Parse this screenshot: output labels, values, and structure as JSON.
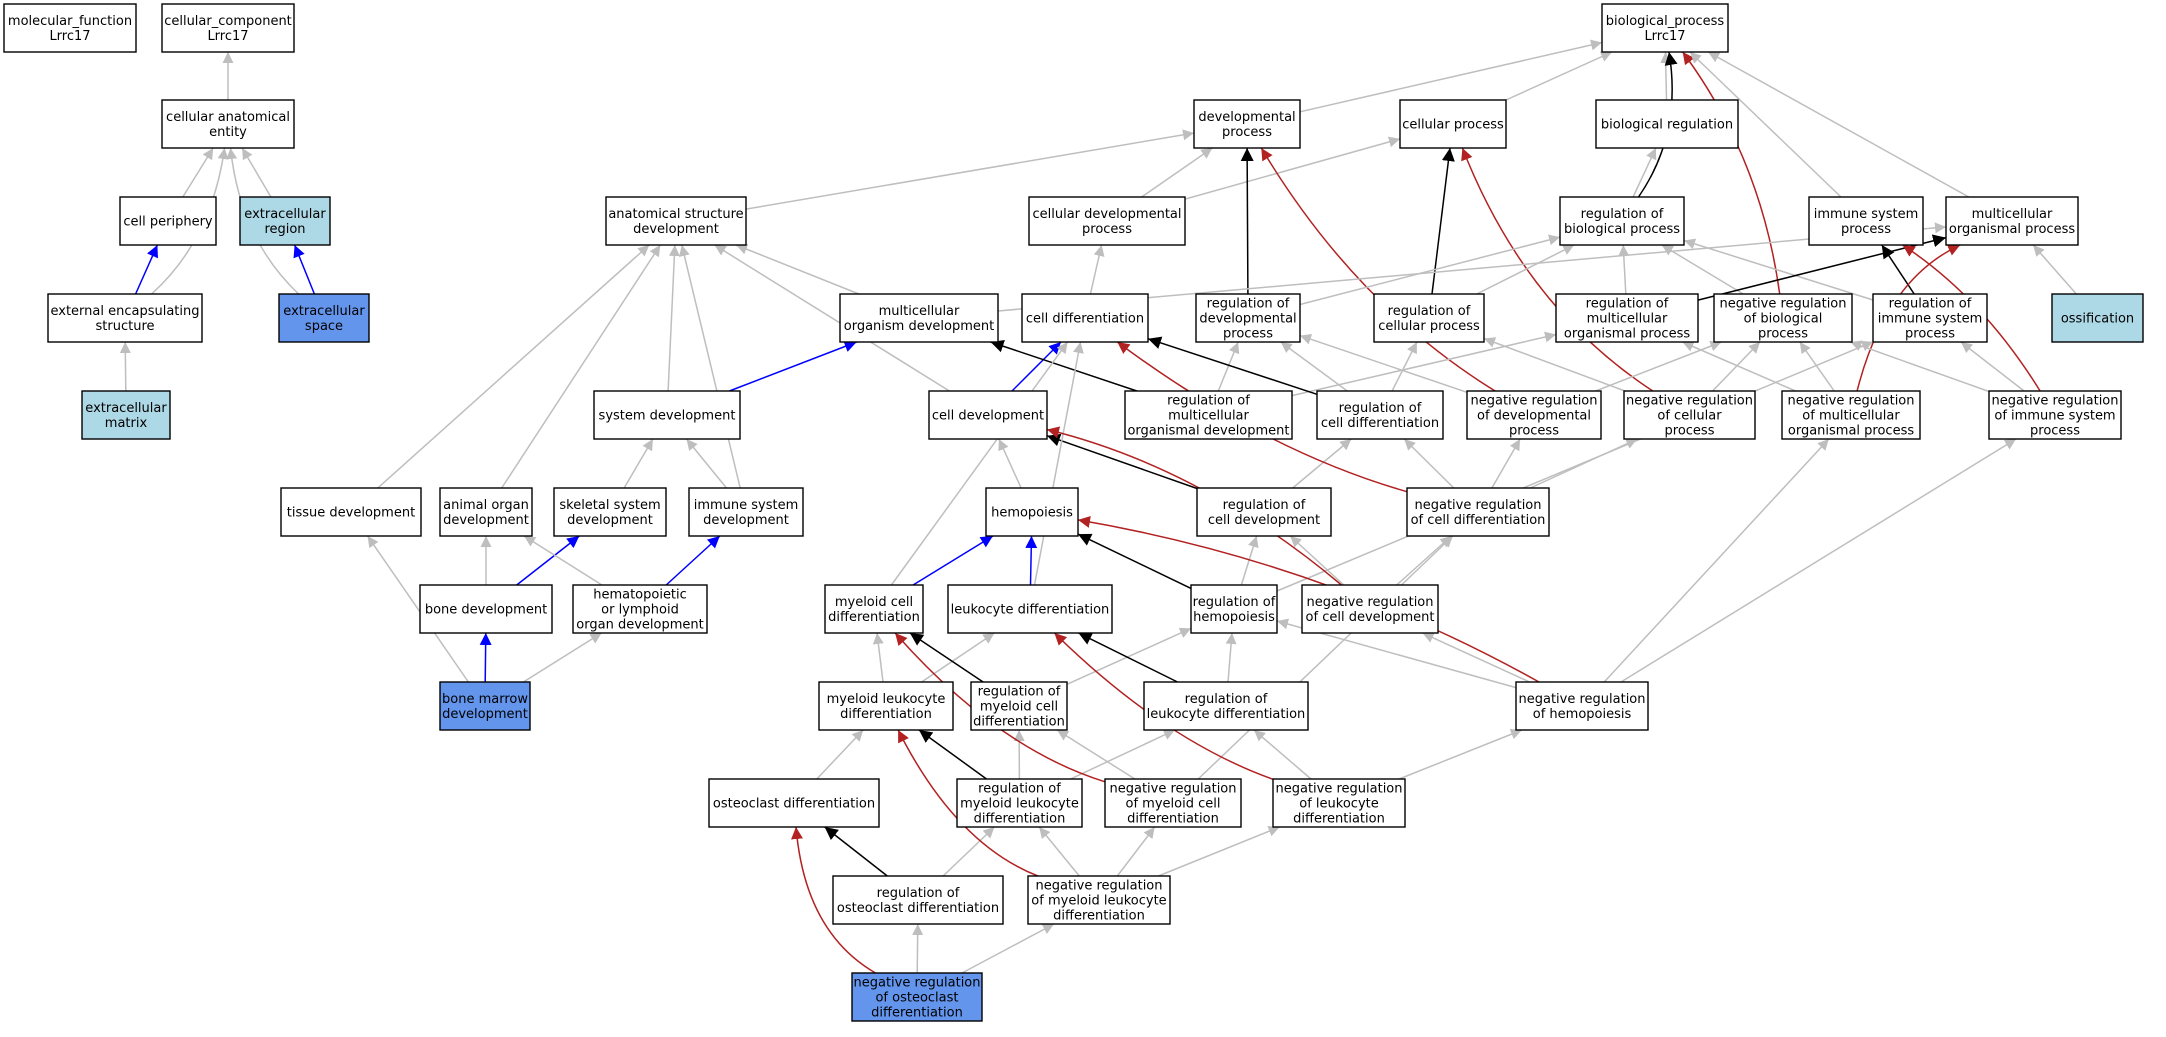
{
  "colors": {
    "plain": "#ffffff",
    "light": "#add8e6",
    "strong": "#6495ed",
    "edge_is_a": "#bebebe",
    "edge_part_of": "#0000ff",
    "edge_regulates": "#000000",
    "edge_negatively_regulates": "#b22222"
  },
  "nodes": [
    {
      "id": "mf",
      "lines": [
        "molecular_function",
        "Lrrc17"
      ],
      "fill": "plain"
    },
    {
      "id": "cc",
      "lines": [
        "cellular_component",
        "Lrrc17"
      ],
      "fill": "plain"
    },
    {
      "id": "bp",
      "lines": [
        "biological_process",
        "Lrrc17"
      ],
      "fill": "plain"
    },
    {
      "id": "cae",
      "lines": [
        "cellular anatomical",
        "entity"
      ],
      "fill": "plain"
    },
    {
      "id": "cperi",
      "lines": [
        "cell periphery"
      ],
      "fill": "plain"
    },
    {
      "id": "exreg",
      "lines": [
        "extracellular",
        "region"
      ],
      "fill": "light"
    },
    {
      "id": "exenc",
      "lines": [
        "external encapsulating",
        "structure"
      ],
      "fill": "plain"
    },
    {
      "id": "exspace",
      "lines": [
        "extracellular",
        "space"
      ],
      "fill": "strong"
    },
    {
      "id": "exmat",
      "lines": [
        "extracellular",
        "matrix"
      ],
      "fill": "light"
    },
    {
      "id": "devproc",
      "lines": [
        "developmental",
        "process"
      ],
      "fill": "plain"
    },
    {
      "id": "cellproc",
      "lines": [
        "cellular process"
      ],
      "fill": "plain"
    },
    {
      "id": "bioreg",
      "lines": [
        "biological regulation"
      ],
      "fill": "plain"
    },
    {
      "id": "asd",
      "lines": [
        "anatomical structure",
        "development"
      ],
      "fill": "plain"
    },
    {
      "id": "cdp",
      "lines": [
        "cellular developmental",
        "process"
      ],
      "fill": "plain"
    },
    {
      "id": "regbp",
      "lines": [
        "regulation of",
        "biological process"
      ],
      "fill": "plain"
    },
    {
      "id": "isp",
      "lines": [
        "immune system",
        "process"
      ],
      "fill": "plain"
    },
    {
      "id": "mop",
      "lines": [
        "multicellular",
        "organismal process"
      ],
      "fill": "plain"
    },
    {
      "id": "mod",
      "lines": [
        "multicellular",
        "organism development"
      ],
      "fill": "plain"
    },
    {
      "id": "celldiff",
      "lines": [
        "cell differentiation"
      ],
      "fill": "plain"
    },
    {
      "id": "regdp",
      "lines": [
        "regulation of",
        "developmental",
        "process"
      ],
      "fill": "plain"
    },
    {
      "id": "regcp",
      "lines": [
        "regulation of",
        "cellular process"
      ],
      "fill": "plain"
    },
    {
      "id": "regmop",
      "lines": [
        "regulation of",
        "multicellular",
        "organismal process"
      ],
      "fill": "plain"
    },
    {
      "id": "negregbp",
      "lines": [
        "negative regulation",
        "of biological",
        "process"
      ],
      "fill": "plain"
    },
    {
      "id": "regisp",
      "lines": [
        "regulation of",
        "immune system",
        "process"
      ],
      "fill": "plain"
    },
    {
      "id": "ossif",
      "lines": [
        "ossification"
      ],
      "fill": "light"
    },
    {
      "id": "sysdev",
      "lines": [
        "system development"
      ],
      "fill": "plain"
    },
    {
      "id": "celldev",
      "lines": [
        "cell development"
      ],
      "fill": "plain"
    },
    {
      "id": "regmod",
      "lines": [
        "regulation of",
        "multicellular",
        "organismal development"
      ],
      "fill": "plain"
    },
    {
      "id": "regcd",
      "lines": [
        "regulation of",
        "cell differentiation"
      ],
      "fill": "plain"
    },
    {
      "id": "negregdp",
      "lines": [
        "negative regulation",
        "of developmental",
        "process"
      ],
      "fill": "plain"
    },
    {
      "id": "negregcp",
      "lines": [
        "negative regulation",
        "of cellular",
        "process"
      ],
      "fill": "plain"
    },
    {
      "id": "negregmop",
      "lines": [
        "negative regulation",
        "of multicellular",
        "organismal process"
      ],
      "fill": "plain"
    },
    {
      "id": "negregisp",
      "lines": [
        "negative regulation",
        "of immune system",
        "process"
      ],
      "fill": "plain"
    },
    {
      "id": "tissdev",
      "lines": [
        "tissue development"
      ],
      "fill": "plain"
    },
    {
      "id": "aod",
      "lines": [
        "animal organ",
        "development"
      ],
      "fill": "plain"
    },
    {
      "id": "ssd",
      "lines": [
        "skeletal system",
        "development"
      ],
      "fill": "plain"
    },
    {
      "id": "isd",
      "lines": [
        "immune system",
        "development"
      ],
      "fill": "plain"
    },
    {
      "id": "hemo",
      "lines": [
        "hemopoiesis"
      ],
      "fill": "plain"
    },
    {
      "id": "regcdev",
      "lines": [
        "regulation of",
        "cell development"
      ],
      "fill": "plain"
    },
    {
      "id": "negregcd",
      "lines": [
        "negative regulation",
        "of cell differentiation"
      ],
      "fill": "plain"
    },
    {
      "id": "bonedev",
      "lines": [
        "bone development"
      ],
      "fill": "plain"
    },
    {
      "id": "hlod",
      "lines": [
        "hematopoietic",
        "or lymphoid",
        "organ development"
      ],
      "fill": "plain"
    },
    {
      "id": "mcd",
      "lines": [
        "myeloid cell",
        "differentiation"
      ],
      "fill": "plain"
    },
    {
      "id": "ld",
      "lines": [
        "leukocyte differentiation"
      ],
      "fill": "plain"
    },
    {
      "id": "reghemo",
      "lines": [
        "regulation of",
        "hemopoiesis"
      ],
      "fill": "plain"
    },
    {
      "id": "negregcdev",
      "lines": [
        "negative regulation",
        "of cell development"
      ],
      "fill": "plain"
    },
    {
      "id": "bmd",
      "lines": [
        "bone marrow",
        "development"
      ],
      "fill": "strong"
    },
    {
      "id": "mld",
      "lines": [
        "myeloid leukocyte",
        "differentiation"
      ],
      "fill": "plain"
    },
    {
      "id": "regmcd",
      "lines": [
        "regulation of",
        "myeloid cell",
        "differentiation"
      ],
      "fill": "plain"
    },
    {
      "id": "regld",
      "lines": [
        "regulation of",
        "leukocyte differentiation"
      ],
      "fill": "plain"
    },
    {
      "id": "negreghemo",
      "lines": [
        "negative regulation",
        "of hemopoiesis"
      ],
      "fill": "plain"
    },
    {
      "id": "od",
      "lines": [
        "osteoclast differentiation"
      ],
      "fill": "plain"
    },
    {
      "id": "regmld",
      "lines": [
        "regulation of",
        "myeloid leukocyte",
        "differentiation"
      ],
      "fill": "plain"
    },
    {
      "id": "negregmcd",
      "lines": [
        "negative regulation",
        "of myeloid cell",
        "differentiation"
      ],
      "fill": "plain"
    },
    {
      "id": "negregld",
      "lines": [
        "negative regulation",
        "of leukocyte",
        "differentiation"
      ],
      "fill": "plain"
    },
    {
      "id": "regod",
      "lines": [
        "regulation of",
        "osteoclast differentiation"
      ],
      "fill": "plain"
    },
    {
      "id": "negregmld",
      "lines": [
        "negative regulation",
        "of myeloid leukocyte",
        "differentiation"
      ],
      "fill": "plain"
    },
    {
      "id": "negregod",
      "lines": [
        "negative regulation",
        "of osteoclast",
        "differentiation"
      ],
      "fill": "strong"
    }
  ],
  "edges": [
    {
      "from": "cae",
      "to": "cc",
      "type": "is_a"
    },
    {
      "from": "cperi",
      "to": "cae",
      "type": "is_a"
    },
    {
      "from": "exreg",
      "to": "cae",
      "type": "is_a"
    },
    {
      "from": "exenc",
      "to": "cae",
      "type": "is_a"
    },
    {
      "from": "exspace",
      "to": "cae",
      "type": "is_a"
    },
    {
      "from": "exenc",
      "to": "cperi",
      "type": "part_of"
    },
    {
      "from": "exspace",
      "to": "exreg",
      "type": "part_of"
    },
    {
      "from": "exmat",
      "to": "exenc",
      "type": "is_a"
    },
    {
      "from": "devproc",
      "to": "bp",
      "type": "is_a"
    },
    {
      "from": "cellproc",
      "to": "bp",
      "type": "is_a"
    },
    {
      "from": "bioreg",
      "to": "bp",
      "type": "is_a"
    },
    {
      "from": "regbp",
      "to": "bp",
      "type": "regulates"
    },
    {
      "from": "negregbp",
      "to": "bp",
      "type": "negatively_regulates"
    },
    {
      "from": "isp",
      "to": "bp",
      "type": "is_a"
    },
    {
      "from": "mop",
      "to": "bp",
      "type": "is_a"
    },
    {
      "from": "asd",
      "to": "devproc",
      "type": "is_a"
    },
    {
      "from": "cdp",
      "to": "devproc",
      "type": "is_a"
    },
    {
      "from": "cdp",
      "to": "cellproc",
      "type": "is_a"
    },
    {
      "from": "regdp",
      "to": "devproc",
      "type": "regulates"
    },
    {
      "from": "negregdp",
      "to": "devproc",
      "type": "negatively_regulates"
    },
    {
      "from": "regcp",
      "to": "cellproc",
      "type": "regulates"
    },
    {
      "from": "negregcp",
      "to": "cellproc",
      "type": "negatively_regulates"
    },
    {
      "from": "regbp",
      "to": "bioreg",
      "type": "is_a"
    },
    {
      "from": "mod",
      "to": "asd",
      "type": "is_a"
    },
    {
      "from": "celldiff",
      "to": "cdp",
      "type": "is_a"
    },
    {
      "from": "regdp",
      "to": "regbp",
      "type": "is_a"
    },
    {
      "from": "regcp",
      "to": "regbp",
      "type": "is_a"
    },
    {
      "from": "regmop",
      "to": "regbp",
      "type": "is_a"
    },
    {
      "from": "negregbp",
      "to": "regbp",
      "type": "is_a"
    },
    {
      "from": "regisp",
      "to": "regbp",
      "type": "is_a"
    },
    {
      "from": "regisp",
      "to": "isp",
      "type": "regulates"
    },
    {
      "from": "regmop",
      "to": "mop",
      "type": "regulates"
    },
    {
      "from": "negregmop",
      "to": "mop",
      "type": "negatively_regulates"
    },
    {
      "from": "negregisp",
      "to": "isp",
      "type": "negatively_regulates"
    },
    {
      "from": "ossif",
      "to": "mop",
      "type": "is_a"
    },
    {
      "from": "mod",
      "to": "mop",
      "type": "is_a"
    },
    {
      "from": "sysdev",
      "to": "asd",
      "type": "is_a"
    },
    {
      "from": "sysdev",
      "to": "mod",
      "type": "part_of"
    },
    {
      "from": "celldev",
      "to": "asd",
      "type": "is_a"
    },
    {
      "from": "celldev",
      "to": "celldiff",
      "type": "part_of"
    },
    {
      "from": "regmod",
      "to": "mod",
      "type": "regulates"
    },
    {
      "from": "regmod",
      "to": "regdp",
      "type": "is_a"
    },
    {
      "from": "regmod",
      "to": "regmop",
      "type": "is_a"
    },
    {
      "from": "regcd",
      "to": "celldiff",
      "type": "regulates"
    },
    {
      "from": "regcd",
      "to": "regdp",
      "type": "is_a"
    },
    {
      "from": "regcd",
      "to": "regcp",
      "type": "is_a"
    },
    {
      "from": "negregdp",
      "to": "regdp",
      "type": "is_a"
    },
    {
      "from": "negregdp",
      "to": "negregbp",
      "type": "is_a"
    },
    {
      "from": "negregcp",
      "to": "regcp",
      "type": "is_a"
    },
    {
      "from": "negregcp",
      "to": "negregbp",
      "type": "is_a"
    },
    {
      "from": "negregmop",
      "to": "regmop",
      "type": "is_a"
    },
    {
      "from": "negregmop",
      "to": "negregbp",
      "type": "is_a"
    },
    {
      "from": "negregisp",
      "to": "regisp",
      "type": "is_a"
    },
    {
      "from": "negregisp",
      "to": "negregbp",
      "type": "is_a"
    },
    {
      "from": "tissdev",
      "to": "asd",
      "type": "is_a"
    },
    {
      "from": "aod",
      "to": "asd",
      "type": "is_a"
    },
    {
      "from": "ssd",
      "to": "sysdev",
      "type": "is_a"
    },
    {
      "from": "isd",
      "to": "sysdev",
      "type": "is_a"
    },
    {
      "from": "isd",
      "to": "asd",
      "type": "is_a"
    },
    {
      "from": "hemo",
      "to": "celldev",
      "type": "is_a"
    },
    {
      "from": "regcdev",
      "to": "celldev",
      "type": "regulates"
    },
    {
      "from": "regcdev",
      "to": "regcd",
      "type": "is_a"
    },
    {
      "from": "negregcd",
      "to": "celldiff",
      "type": "negatively_regulates"
    },
    {
      "from": "negregcd",
      "to": "regcd",
      "type": "is_a"
    },
    {
      "from": "negregcd",
      "to": "negregdp",
      "type": "is_a"
    },
    {
      "from": "negregcd",
      "to": "negregcp",
      "type": "is_a"
    },
    {
      "from": "bonedev",
      "to": "aod",
      "type": "is_a"
    },
    {
      "from": "bonedev",
      "to": "ssd",
      "type": "part_of"
    },
    {
      "from": "hlod",
      "to": "aod",
      "type": "is_a"
    },
    {
      "from": "hlod",
      "to": "isd",
      "type": "part_of"
    },
    {
      "from": "mcd",
      "to": "hemo",
      "type": "part_of"
    },
    {
      "from": "mcd",
      "to": "celldiff",
      "type": "is_a"
    },
    {
      "from": "ld",
      "to": "hemo",
      "type": "part_of"
    },
    {
      "from": "ld",
      "to": "celldiff",
      "type": "is_a"
    },
    {
      "from": "reghemo",
      "to": "hemo",
      "type": "regulates"
    },
    {
      "from": "reghemo",
      "to": "regcdev",
      "type": "is_a"
    },
    {
      "from": "reghemo",
      "to": "regisp",
      "type": "is_a"
    },
    {
      "from": "negregcdev",
      "to": "celldev",
      "type": "negatively_regulates"
    },
    {
      "from": "negregcdev",
      "to": "regcdev",
      "type": "is_a"
    },
    {
      "from": "negregcdev",
      "to": "negregcd",
      "type": "is_a"
    },
    {
      "from": "bmd",
      "to": "bonedev",
      "type": "part_of"
    },
    {
      "from": "bmd",
      "to": "tissdev",
      "type": "is_a"
    },
    {
      "from": "bmd",
      "to": "hlod",
      "type": "is_a"
    },
    {
      "from": "mld",
      "to": "mcd",
      "type": "is_a"
    },
    {
      "from": "mld",
      "to": "ld",
      "type": "is_a"
    },
    {
      "from": "regmcd",
      "to": "mcd",
      "type": "regulates"
    },
    {
      "from": "regmcd",
      "to": "reghemo",
      "type": "is_a"
    },
    {
      "from": "regld",
      "to": "ld",
      "type": "regulates"
    },
    {
      "from": "regld",
      "to": "reghemo",
      "type": "is_a"
    },
    {
      "from": "negreghemo",
      "to": "hemo",
      "type": "negatively_regulates"
    },
    {
      "from": "negreghemo",
      "to": "reghemo",
      "type": "is_a"
    },
    {
      "from": "negreghemo",
      "to": "negregcdev",
      "type": "is_a"
    },
    {
      "from": "negreghemo",
      "to": "negregmop",
      "type": "is_a"
    },
    {
      "from": "negreghemo",
      "to": "negregisp",
      "type": "is_a"
    },
    {
      "from": "od",
      "to": "mld",
      "type": "is_a"
    },
    {
      "from": "regmld",
      "to": "mld",
      "type": "regulates"
    },
    {
      "from": "regmld",
      "to": "regmcd",
      "type": "is_a"
    },
    {
      "from": "regmld",
      "to": "regld",
      "type": "is_a"
    },
    {
      "from": "negregmcd",
      "to": "mcd",
      "type": "negatively_regulates"
    },
    {
      "from": "negregmcd",
      "to": "regmcd",
      "type": "is_a"
    },
    {
      "from": "negregmcd",
      "to": "negregcd",
      "type": "is_a"
    },
    {
      "from": "negregld",
      "to": "ld",
      "type": "negatively_regulates"
    },
    {
      "from": "negregld",
      "to": "regld",
      "type": "is_a"
    },
    {
      "from": "negregld",
      "to": "negreghemo",
      "type": "is_a"
    },
    {
      "from": "regod",
      "to": "od",
      "type": "regulates"
    },
    {
      "from": "regod",
      "to": "regmld",
      "type": "is_a"
    },
    {
      "from": "negregmld",
      "to": "mld",
      "type": "negatively_regulates"
    },
    {
      "from": "negregmld",
      "to": "regmld",
      "type": "is_a"
    },
    {
      "from": "negregmld",
      "to": "negregmcd",
      "type": "is_a"
    },
    {
      "from": "negregmld",
      "to": "negregld",
      "type": "is_a"
    },
    {
      "from": "negregod",
      "to": "od",
      "type": "negatively_regulates"
    },
    {
      "from": "negregod",
      "to": "regod",
      "type": "is_a"
    },
    {
      "from": "negregod",
      "to": "negregmld",
      "type": "is_a"
    }
  ]
}
